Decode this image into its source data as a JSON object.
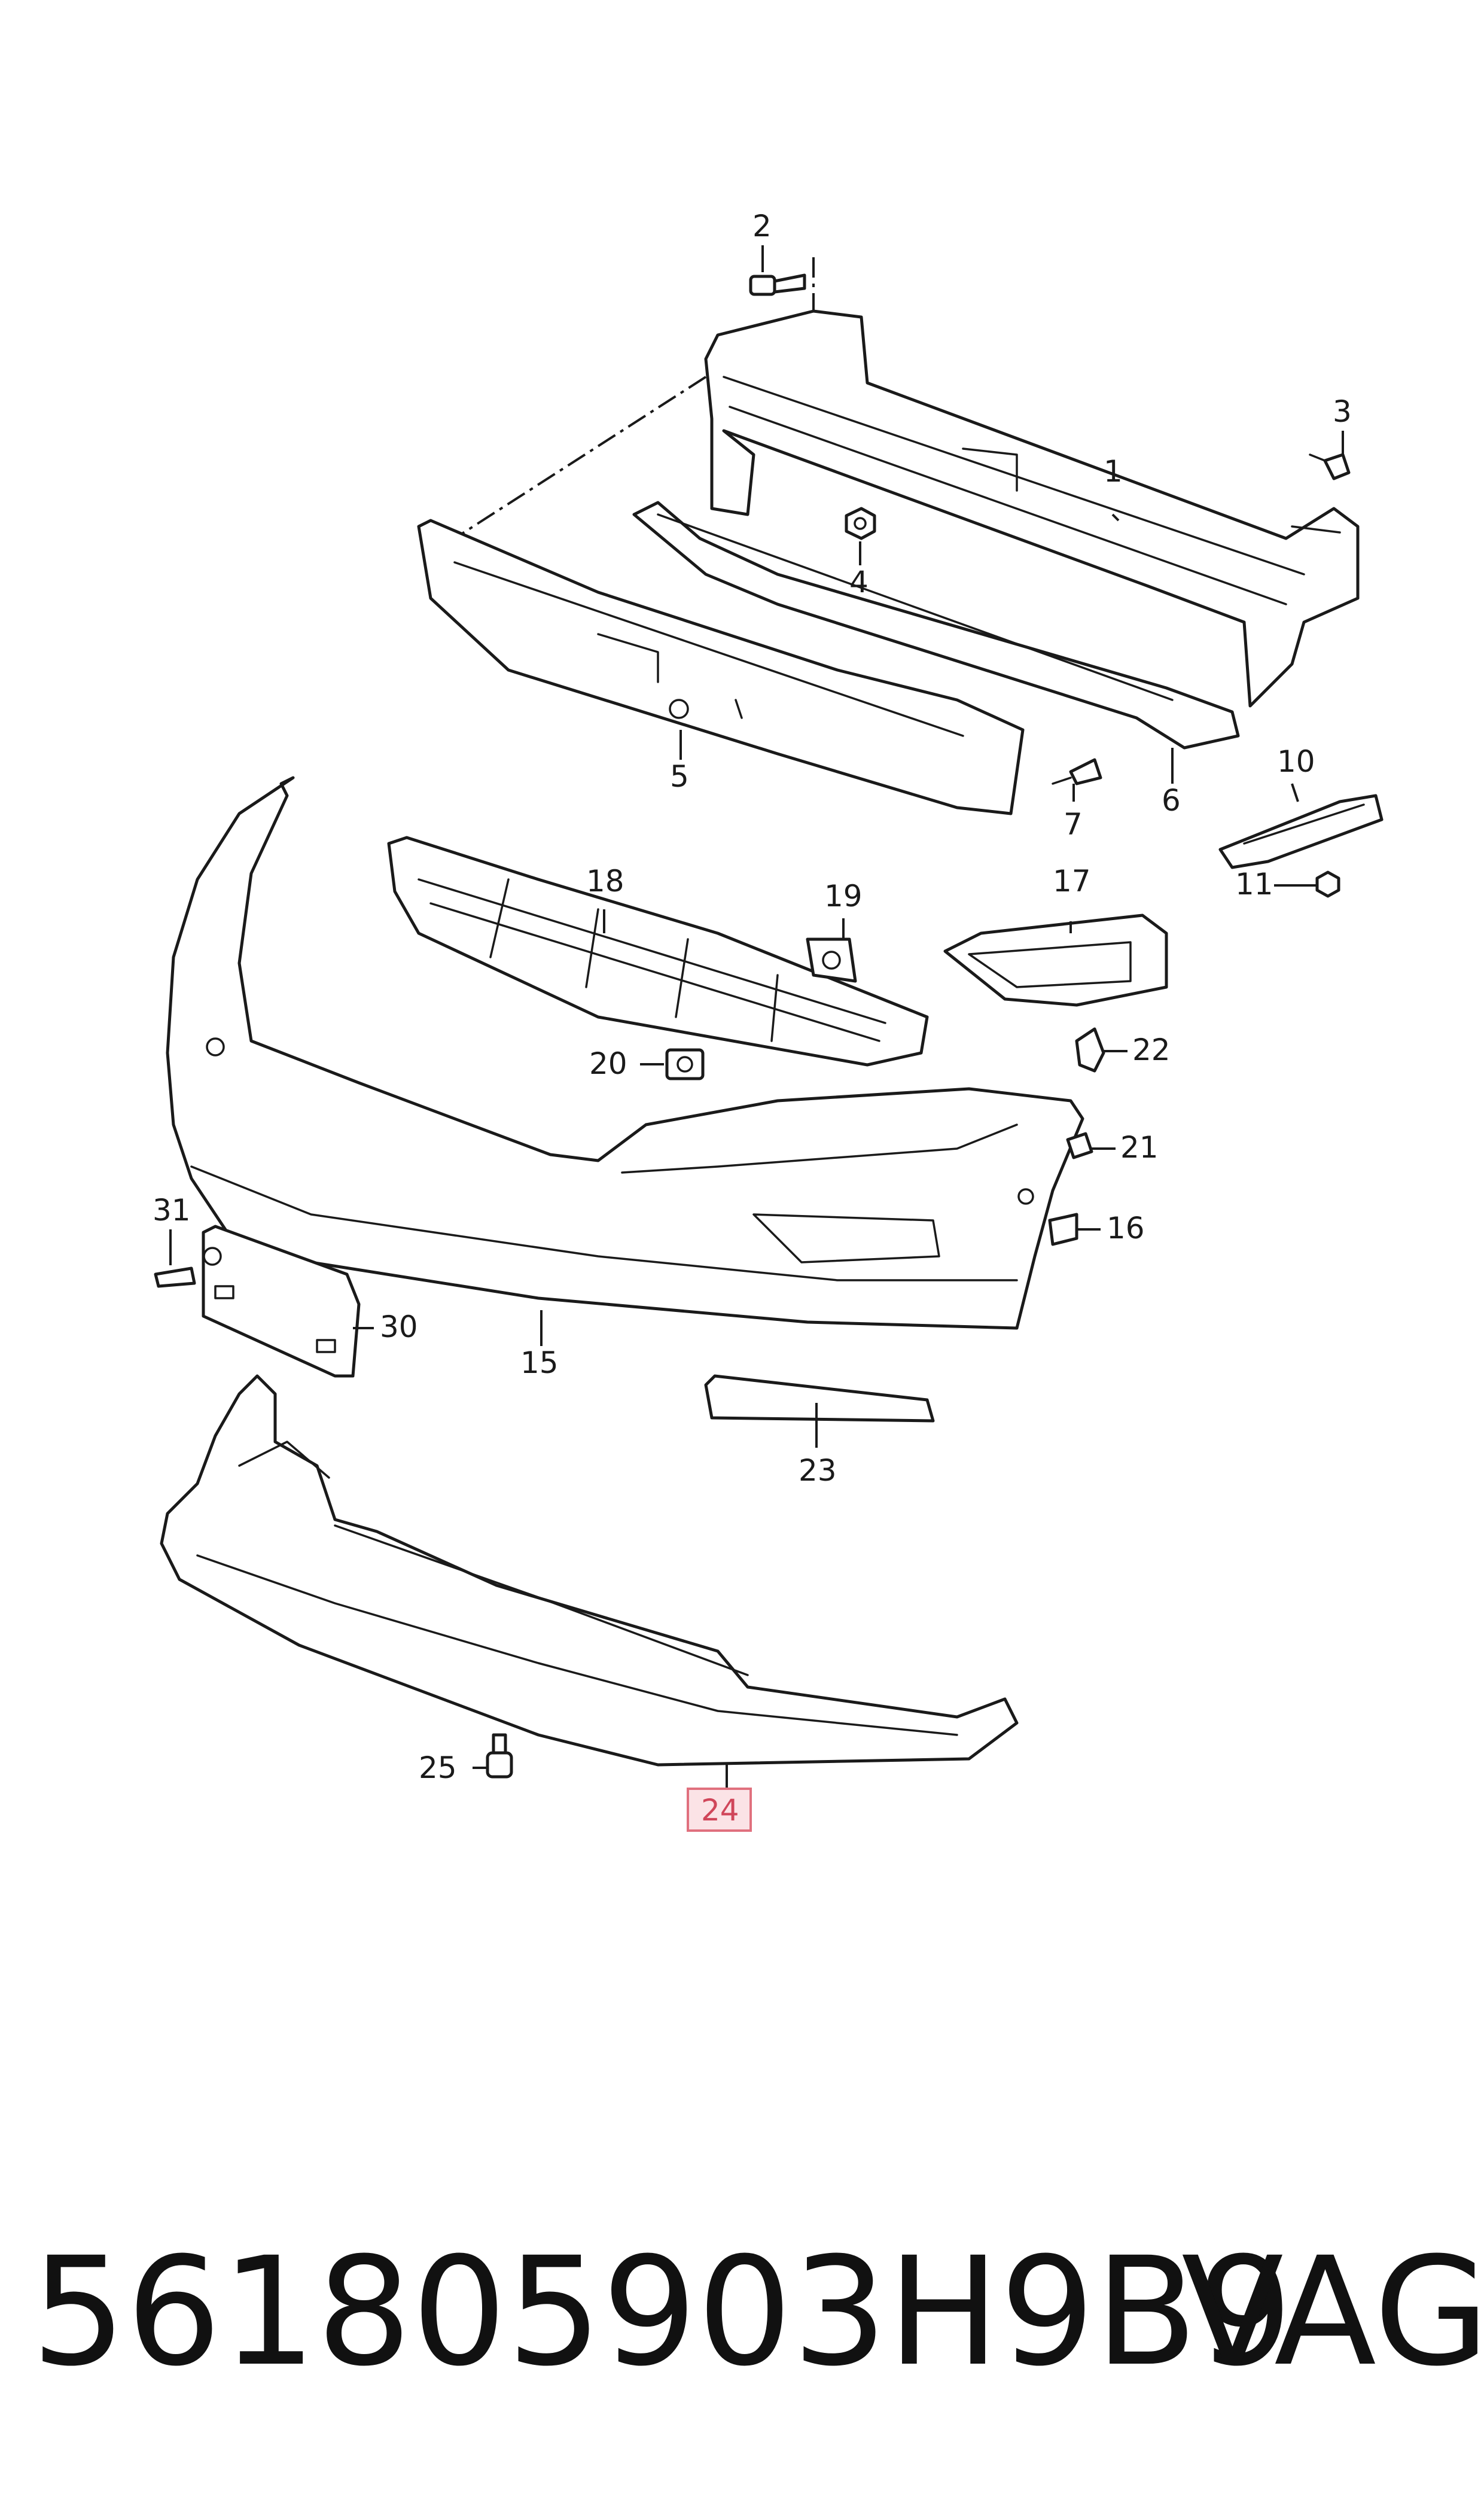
{
  "callouts": {
    "c1": "1",
    "c2": "2",
    "c3": "3",
    "c4": "4",
    "c5": "5",
    "c6": "6",
    "c7": "7",
    "c10": "10",
    "c11": "11",
    "c15": "15",
    "c16": "16",
    "c17": "17",
    "c18": "18",
    "c19": "19",
    "c20": "20",
    "c21": "21",
    "c22": "22",
    "c23": "23",
    "c24": "24",
    "c25": "25",
    "c30": "30",
    "c31": "31"
  },
  "highlighted_callout": "24",
  "colors": {
    "highlight_fill": "#fbe3e6",
    "highlight_stroke": "#e0707e",
    "line": "#1a1a1a"
  },
  "footer": {
    "part_number": "561805903H9B9",
    "brand": "VAG"
  }
}
